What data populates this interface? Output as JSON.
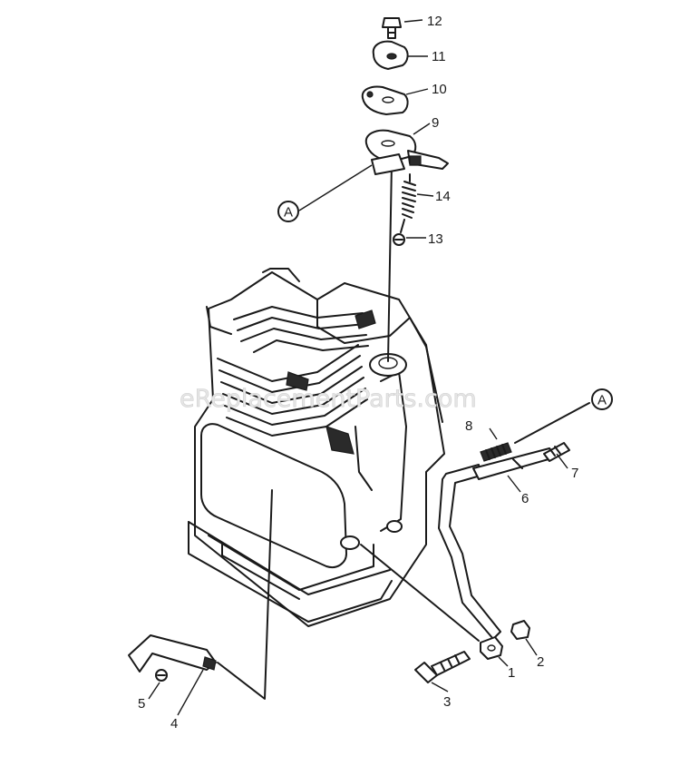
{
  "watermark": "eReplacementParts.com",
  "callouts": {
    "top": "A",
    "right": "A"
  },
  "labels": {
    "p1": "1",
    "p2": "2",
    "p3": "3",
    "p4": "4",
    "p5": "5",
    "p6": "6",
    "p7": "7",
    "p8": "8",
    "p9": "9",
    "p10": "10",
    "p11": "11",
    "p12": "12",
    "p13": "13",
    "p14": "14"
  }
}
